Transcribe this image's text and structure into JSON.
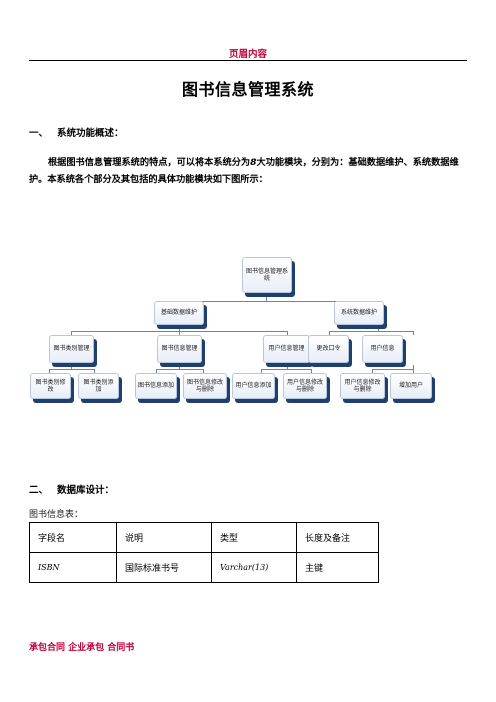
{
  "header": {
    "text": "页眉内容"
  },
  "title": "图书信息管理系统",
  "section1": {
    "num": "一、",
    "title": "系统功能概述："
  },
  "intro": {
    "pre": "根据图书信息管理系统的特点，可以将本系统分为",
    "count": "8",
    "post": "大功能模块，分别为：基础数据维护、系统数据维护。本系统各个部分及其包括的具体功能模块如下图所示："
  },
  "diagram": {
    "root": "图书信息管理系统",
    "level1": [
      "基础数据维护",
      "系统数据维护"
    ],
    "level2": [
      "图书类别管理",
      "图书信息管理",
      "用户信息管理",
      "更改口令",
      "用户信息"
    ],
    "level3": [
      "图书类别修改",
      "图书类别添加",
      "图书信息添加",
      "图书信息修改与删除",
      "用户信息添加",
      "用户信息修改与删除",
      "用户信息修改与删除",
      "增加用户"
    ]
  },
  "section2": {
    "num": "二、",
    "title": "数据库设计："
  },
  "table_caption": "图书信息表：",
  "table": {
    "headers": [
      "字段名",
      "说明",
      "类型",
      "长度及备注"
    ],
    "rows": [
      [
        "ISBN",
        "国际标准书号",
        "Varchar(13)",
        "主键"
      ]
    ]
  },
  "footer": {
    "text": "承包合同 企业承包 合同书"
  },
  "colors": {
    "accent": "#c0003a",
    "node_shadow": "#1f3f6f"
  }
}
